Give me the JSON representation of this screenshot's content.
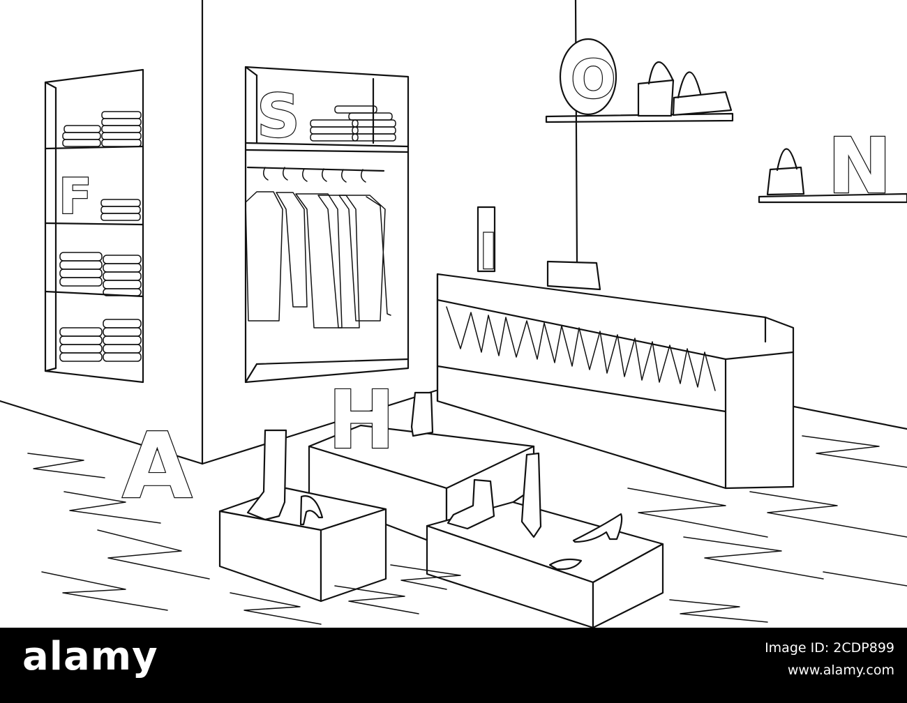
{
  "scene": {
    "letters": {
      "s": "S",
      "f": "F",
      "o": "O",
      "n": "N",
      "i": "I",
      "h": "H",
      "a": "A"
    }
  },
  "banner": {
    "logo": "alamy",
    "image_id_label": "Image ID: 2CDP899",
    "site_url": "www.alamy.com"
  },
  "colors": {
    "line": "#111111",
    "background": "#ffffff",
    "banner": "#000000",
    "banner_text": "#ffffff"
  }
}
